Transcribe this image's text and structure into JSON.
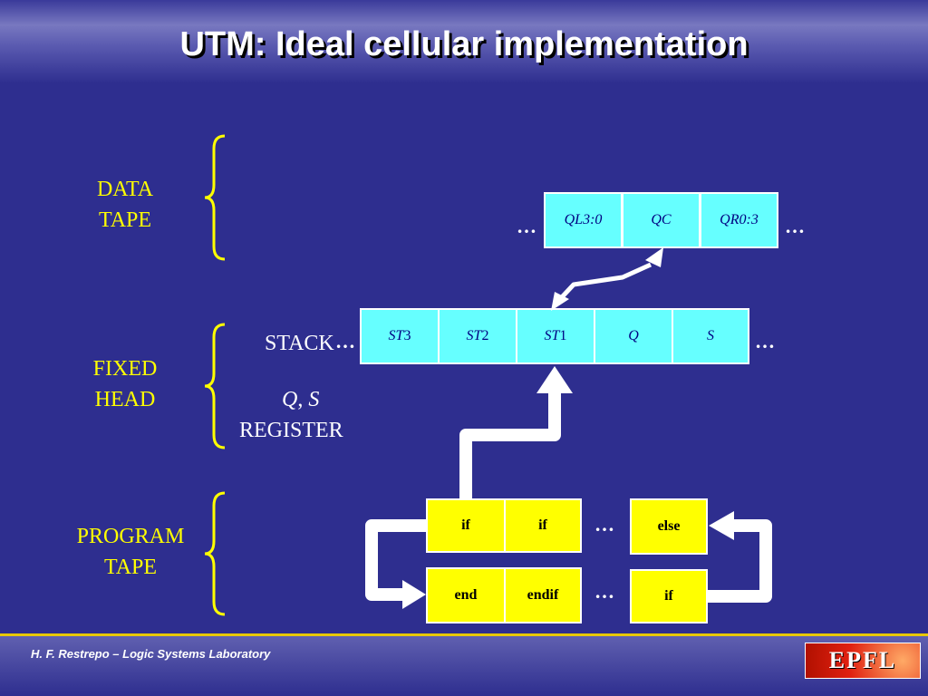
{
  "title": "UTM: Ideal cellular implementation",
  "left_labels": {
    "data_tape": [
      "DATA",
      "TAPE"
    ],
    "fixed_head": [
      "FIXED",
      "HEAD"
    ],
    "program_tape": [
      "PROGRAM",
      "TAPE"
    ]
  },
  "register_labels": {
    "stack": "STACK",
    "q": "Q",
    "comma": ", ",
    "s": "S",
    "register": "REGISTER"
  },
  "data_tape_cells": [
    "QL3:0",
    "QC",
    "QR0:3"
  ],
  "head_cells": [
    {
      "base": "ST",
      "index": "3"
    },
    {
      "base": "ST",
      "index": "2"
    },
    {
      "base": "ST",
      "index": "1"
    },
    {
      "base": "Q",
      "index": ""
    },
    {
      "base": "S",
      "index": ""
    }
  ],
  "program_top": [
    "if",
    "if"
  ],
  "program_top_right": "else",
  "program_bottom": [
    "end",
    "endif"
  ],
  "program_bottom_right": "if",
  "ellipsis": "…",
  "footer": "H. F. Restrepo – Logic Systems Laboratory",
  "logo_text": "EPFL",
  "colors": {
    "background": "#2e2e8f",
    "cell_cyan": "#66ffff",
    "cell_yellow": "#ffff00",
    "label_yellow": "#ffff00"
  }
}
